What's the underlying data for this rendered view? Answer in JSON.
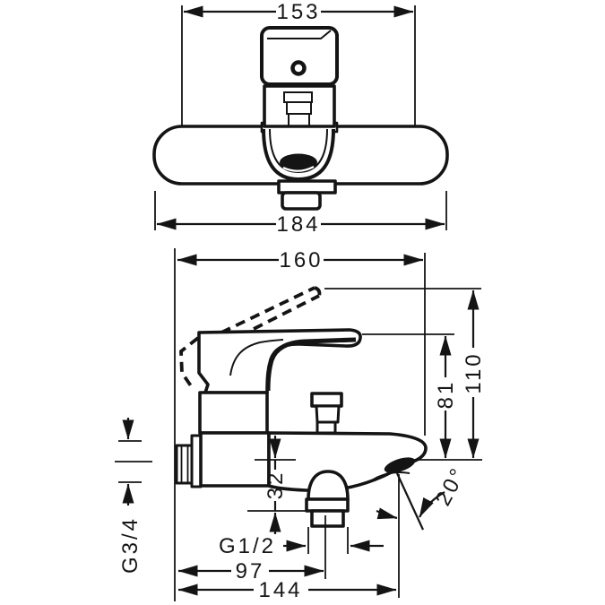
{
  "drawing": {
    "type": "technical-dimension-drawing",
    "colors": {
      "line": "#141414",
      "background": "#ffffff",
      "fill": "#ffffff"
    },
    "front_view": {
      "handle_width": "153",
      "body_width": "184"
    },
    "side_view": {
      "projection_depth": "160",
      "overall_height": "110",
      "handle_height": "81",
      "outlet_drop": "32",
      "spout_angle": "20°",
      "outlet_thread": "G1/2",
      "outlet_depth": "97",
      "overall_depth": "144",
      "inlet_thread": "G3/4"
    }
  }
}
